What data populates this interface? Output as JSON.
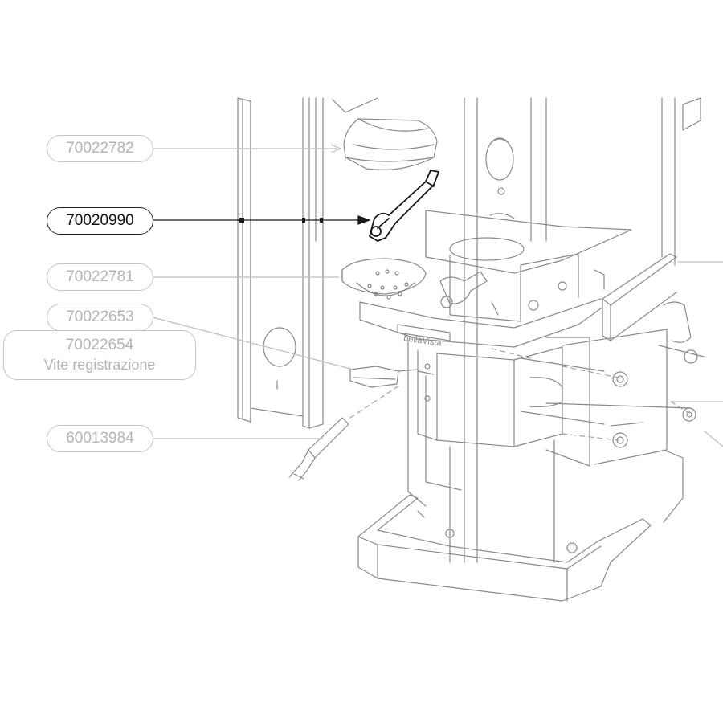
{
  "diagram": {
    "part_labels": [
      {
        "code": "70022782",
        "active": false
      },
      {
        "code": "70020990",
        "active": true
      },
      {
        "code": "70022781",
        "active": false
      },
      {
        "code": "70022653",
        "active": false
      },
      {
        "code": "70022654",
        "description": "Vite registrazione",
        "active": false
      },
      {
        "code": "60013984",
        "active": false
      }
    ],
    "machine_brand_text": "bellaVista",
    "colors": {
      "line_faint": "#c4c4c4",
      "line_dark": "#222222",
      "text_faint": "#b4b4b4",
      "text_active": "#111111"
    }
  }
}
